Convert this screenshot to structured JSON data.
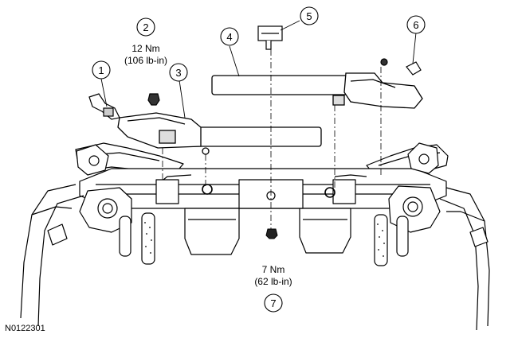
{
  "figure_id": "N0122301",
  "callouts": [
    {
      "number": "1"
    },
    {
      "number": "2"
    },
    {
      "number": "3"
    },
    {
      "number": "4"
    },
    {
      "number": "5"
    },
    {
      "number": "6"
    },
    {
      "number": "7"
    }
  ],
  "torque_specs": {
    "callout_2": {
      "nm": "12 Nm",
      "lbin": "(106 lb-in)"
    },
    "callout_7": {
      "nm": "7 Nm",
      "lbin": "(62 lb-in)"
    }
  }
}
